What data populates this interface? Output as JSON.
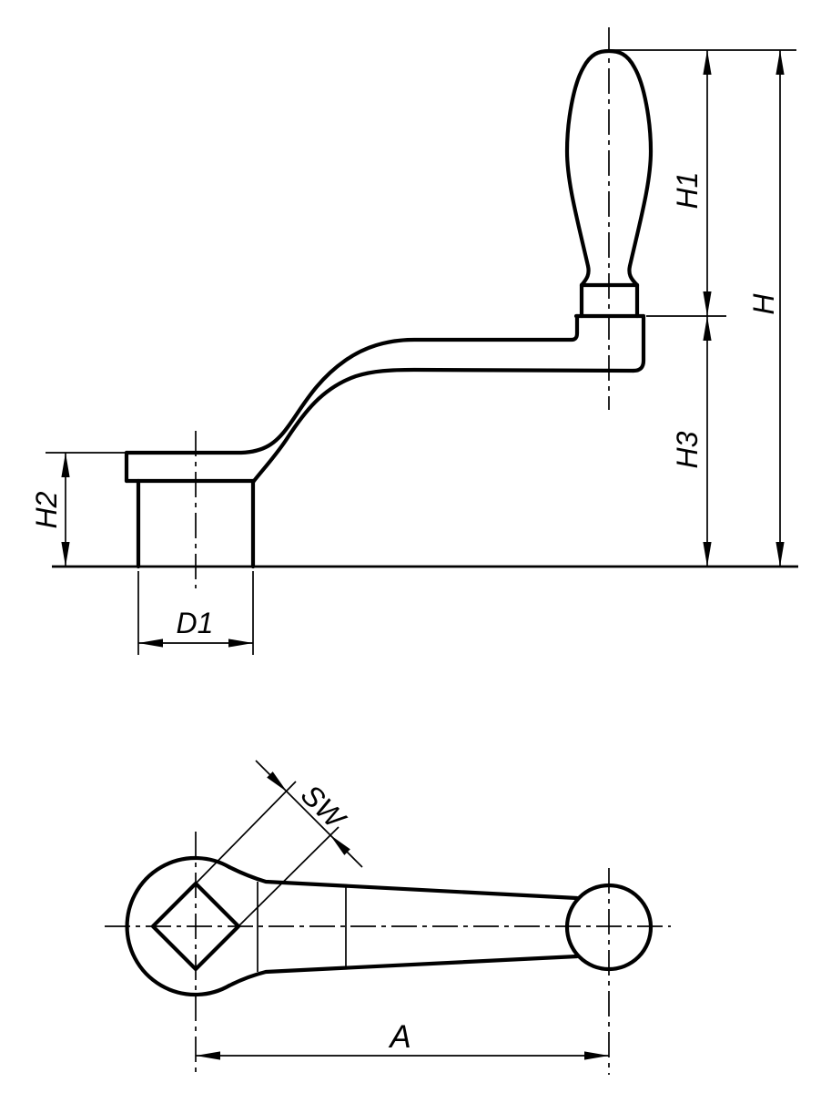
{
  "drawing": {
    "kind": "technical dimension drawing, crank handle (two orthographic views)",
    "colors": {
      "line": "#000000",
      "background": "#ffffff"
    },
    "labels": {
      "h1": "H1",
      "h": "H",
      "h3": "H3",
      "h2": "H2",
      "d1": "D1",
      "sw": "SW",
      "a": "A"
    }
  }
}
